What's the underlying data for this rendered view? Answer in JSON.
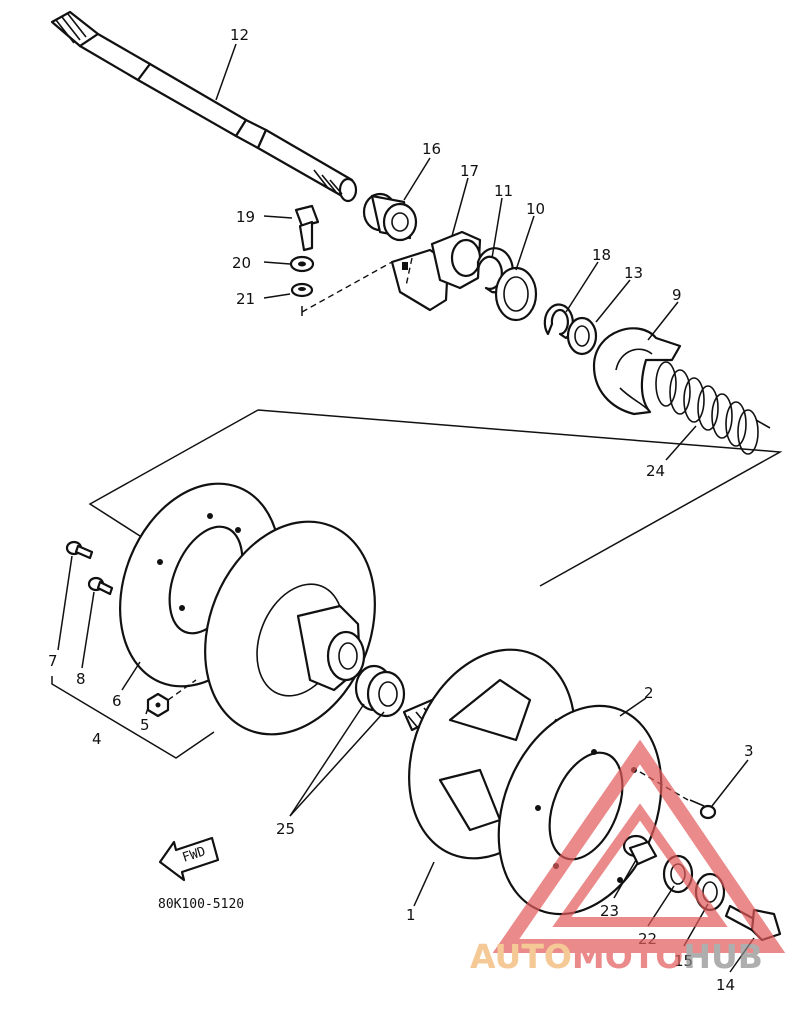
{
  "diagram": {
    "labels": [
      {
        "id": "12",
        "text": "12"
      },
      {
        "id": "16",
        "text": "16"
      },
      {
        "id": "17",
        "text": "17"
      },
      {
        "id": "11",
        "text": "11"
      },
      {
        "id": "10",
        "text": "10"
      },
      {
        "id": "19",
        "text": "19"
      },
      {
        "id": "20",
        "text": "20"
      },
      {
        "id": "21",
        "text": "21"
      },
      {
        "id": "18",
        "text": "18"
      },
      {
        "id": "13",
        "text": "13"
      },
      {
        "id": "9",
        "text": "9"
      },
      {
        "id": "24",
        "text": "24"
      },
      {
        "id": "7",
        "text": "7"
      },
      {
        "id": "8",
        "text": "8"
      },
      {
        "id": "6",
        "text": "6"
      },
      {
        "id": "4",
        "text": "4"
      },
      {
        "id": "5",
        "text": "5"
      },
      {
        "id": "2",
        "text": "2"
      },
      {
        "id": "3",
        "text": "3"
      },
      {
        "id": "25",
        "text": "25"
      },
      {
        "id": "1",
        "text": "1"
      },
      {
        "id": "23",
        "text": "23"
      },
      {
        "id": "22",
        "text": "22"
      },
      {
        "id": "15",
        "text": "15"
      },
      {
        "id": "14",
        "text": "14"
      }
    ],
    "diagram_code": "80K100-5120",
    "fwd_label": "FWD"
  },
  "watermark": {
    "part1": "AUTO",
    "part2": "MOTO",
    "part3": "HUB",
    "color_orange": "#f2b36b",
    "color_red": "#e35a5a",
    "color_gray": "#8c8c8c"
  }
}
